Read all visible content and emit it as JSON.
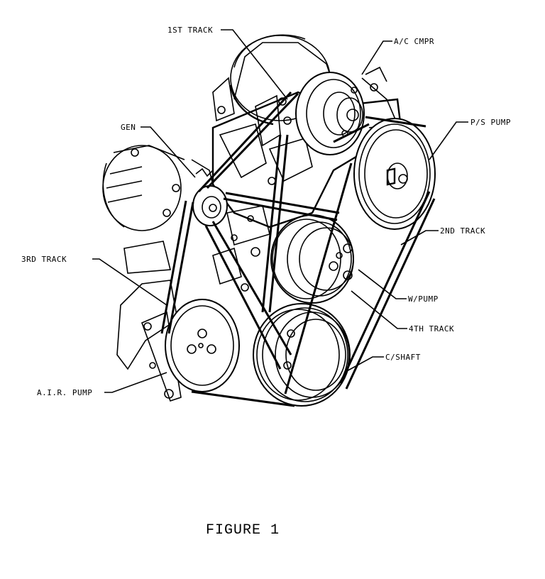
{
  "labels": {
    "first_track": "1ST TRACK",
    "ac_cmpr": "A/C CMPR",
    "ps_pump": "P/S PUMP",
    "gen": "GEN",
    "second_track": "2ND TRACK",
    "third_track": "3RD TRACK",
    "w_pump": "W/PUMP",
    "fourth_track": "4TH TRACK",
    "c_shaft": "C/SHAFT",
    "air_pump": "A.I.R. PUMP"
  },
  "caption": "FIGURE 1"
}
